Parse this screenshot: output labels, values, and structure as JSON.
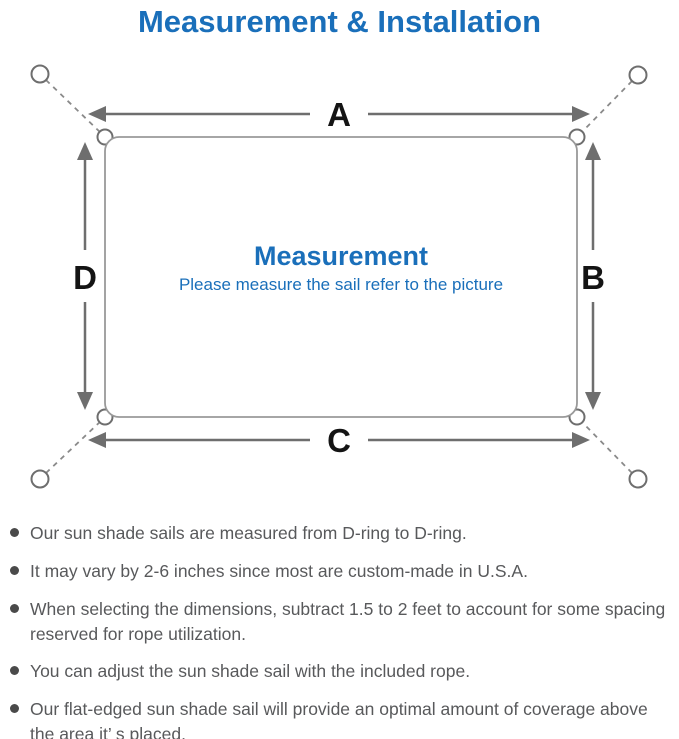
{
  "title": "Measurement & Installation",
  "diagram": {
    "labels": {
      "top": "A",
      "right": "B",
      "bottom": "C",
      "left": "D"
    },
    "center_title": "Measurement",
    "center_subtitle": "Please measure the sail refer to the picture"
  },
  "bullets": [
    "Our sun shade sails are measured from D-ring to D-ring.",
    "It may vary by 2-6 inches since most are custom-made in U.S.A.",
    "When selecting the dimensions, subtract 1.5 to 2 feet to account for some spacing reserved for rope utilization.",
    "You can adjust the sun shade sail with the included rope.",
    "Our flat-edged sun shade sail will provide an optimal amount of coverage above the area it’ s placed."
  ],
  "colors": {
    "accent_blue": "#1a6fba",
    "outline_gray": "#999999",
    "arrow_gray": "#6e6e6e",
    "text_gray": "#58595b"
  }
}
